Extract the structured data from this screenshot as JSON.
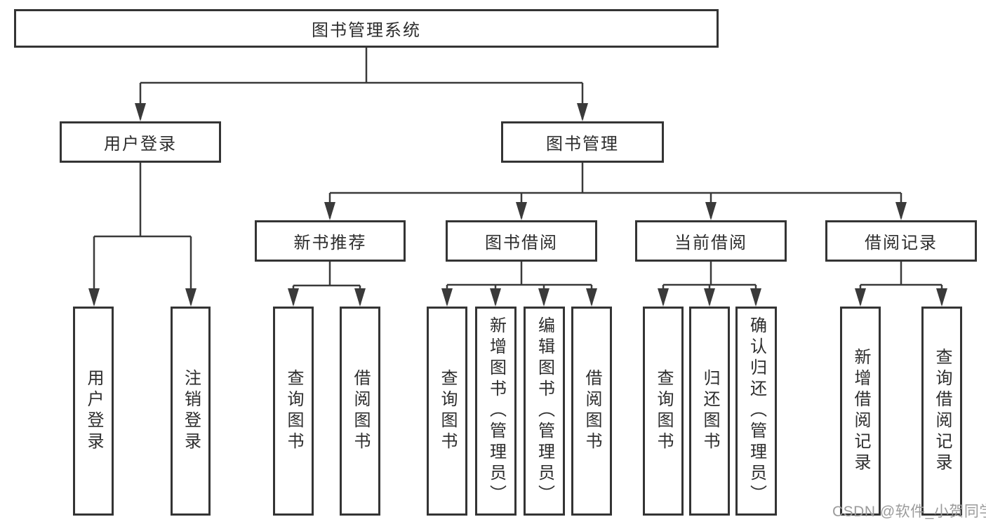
{
  "diagram_title": "图书管理系统",
  "tree": {
    "label": "图书管理系统",
    "children": [
      {
        "label": "用户登录",
        "children": [
          {
            "label": "用户登录"
          },
          {
            "label": "注销登录"
          }
        ]
      },
      {
        "label": "图书管理",
        "children": [
          {
            "label": "新书推荐",
            "children": [
              {
                "label": "查询图书"
              },
              {
                "label": "借阅图书"
              }
            ]
          },
          {
            "label": "图书借阅",
            "children": [
              {
                "label": "查询图书"
              },
              {
                "label": "新增图书（管理员）"
              },
              {
                "label": "编辑图书（管理员）"
              },
              {
                "label": "借阅图书"
              }
            ]
          },
          {
            "label": "当前借阅",
            "children": [
              {
                "label": "查询图书"
              },
              {
                "label": "归还图书"
              },
              {
                "label": "确认归还（管理员）"
              }
            ]
          },
          {
            "label": "借阅记录",
            "children": [
              {
                "label": "新增借阅记录"
              },
              {
                "label": "查询借阅记录"
              }
            ]
          }
        ]
      }
    ]
  },
  "watermark": {
    "text": "CSDN @软件_小贺同学"
  },
  "colors": {
    "background": "#ffffff",
    "box_border": "#343434",
    "line": "#3a3a3a",
    "text": "#2d2d2d",
    "watermark": "#9b9b9b"
  }
}
